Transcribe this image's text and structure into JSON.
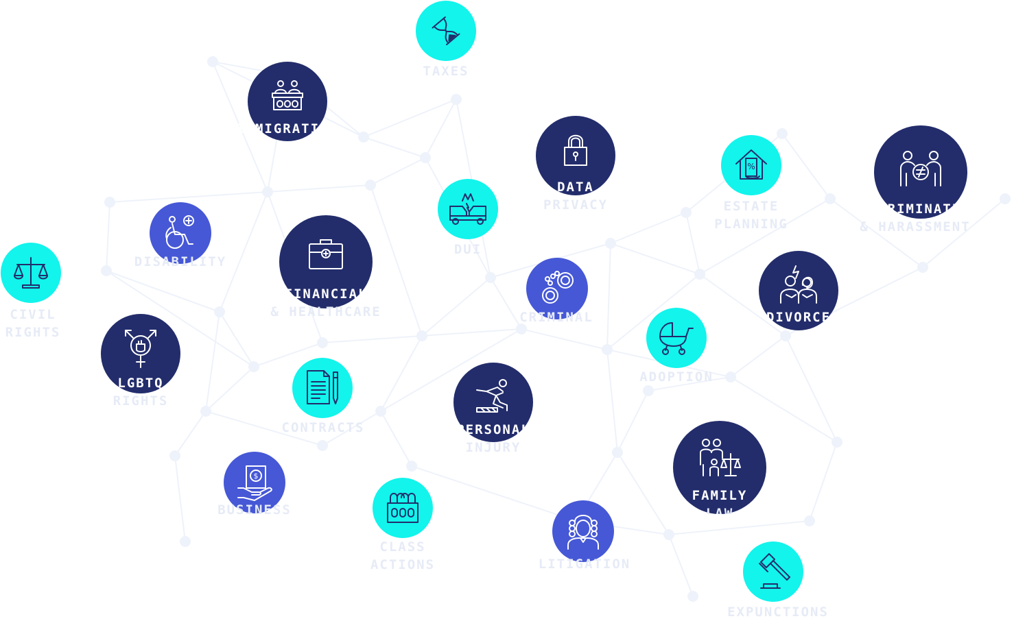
{
  "colors": {
    "navy": "#232d6b",
    "cyan": "#12f4ec",
    "blue": "#4658d6",
    "label_light": "#e6ebf6",
    "network_line": "#eef2fa"
  },
  "practice_areas": [
    {
      "id": "taxes",
      "line1": "TAXES",
      "line2": "",
      "icon": "hourglass-icon"
    },
    {
      "id": "immigration",
      "line1": "IMMIGRATION",
      "line2": "",
      "icon": "immigration-desk-icon"
    },
    {
      "id": "data-privacy",
      "line1": "DATA",
      "line2": "PRIVACY",
      "icon": "padlock-icon"
    },
    {
      "id": "estate-planning",
      "line1": "ESTATE",
      "line2": "PLANNING",
      "icon": "house-document-icon"
    },
    {
      "id": "discrimination",
      "line1": "DISCRIMINATION",
      "line2": "& HARASSMENT",
      "icon": "not-equal-people-icon"
    },
    {
      "id": "dui",
      "line1": "DUI",
      "line2": "",
      "icon": "car-crash-icon"
    },
    {
      "id": "disability",
      "line1": "DISABILITY",
      "line2": "",
      "icon": "wheelchair-icon"
    },
    {
      "id": "financial",
      "line1": "FINANCIAL",
      "line2": "& HEALTHCARE",
      "icon": "medical-briefcase-icon"
    },
    {
      "id": "civil-rights",
      "line1": "CIVIL",
      "line2": "RIGHTS",
      "icon": "scales-icon"
    },
    {
      "id": "criminal",
      "line1": "CRIMINAL",
      "line2": "",
      "icon": "handcuffs-icon"
    },
    {
      "id": "divorce",
      "line1": "DIVORCE",
      "line2": "",
      "icon": "arguing-couple-icon"
    },
    {
      "id": "lgbtq",
      "line1": "LGBTQ",
      "line2": "RIGHTS",
      "icon": "gender-fist-icon"
    },
    {
      "id": "adoption",
      "line1": "ADOPTION",
      "line2": "",
      "icon": "baby-carriage-icon"
    },
    {
      "id": "contracts",
      "line1": "CONTRACTS",
      "line2": "",
      "icon": "contract-pen-icon"
    },
    {
      "id": "personal-injury",
      "line1": "PERSONAL",
      "line2": "INJURY",
      "icon": "falling-person-icon"
    },
    {
      "id": "family-law",
      "line1": "FAMILY",
      "line2": "LAW",
      "icon": "family-scales-icon"
    },
    {
      "id": "business",
      "line1": "BUSINESS",
      "line2": "",
      "icon": "money-hand-icon"
    },
    {
      "id": "class-actions",
      "line1": "CLASS",
      "line2": "ACTIONS",
      "icon": "jury-box-icon"
    },
    {
      "id": "litigation",
      "line1": "LITIGATION",
      "line2": "",
      "icon": "judge-icon"
    },
    {
      "id": "expunctions",
      "line1": "EXPUNCTIONS",
      "line2": "",
      "icon": "gavel-icon"
    }
  ]
}
